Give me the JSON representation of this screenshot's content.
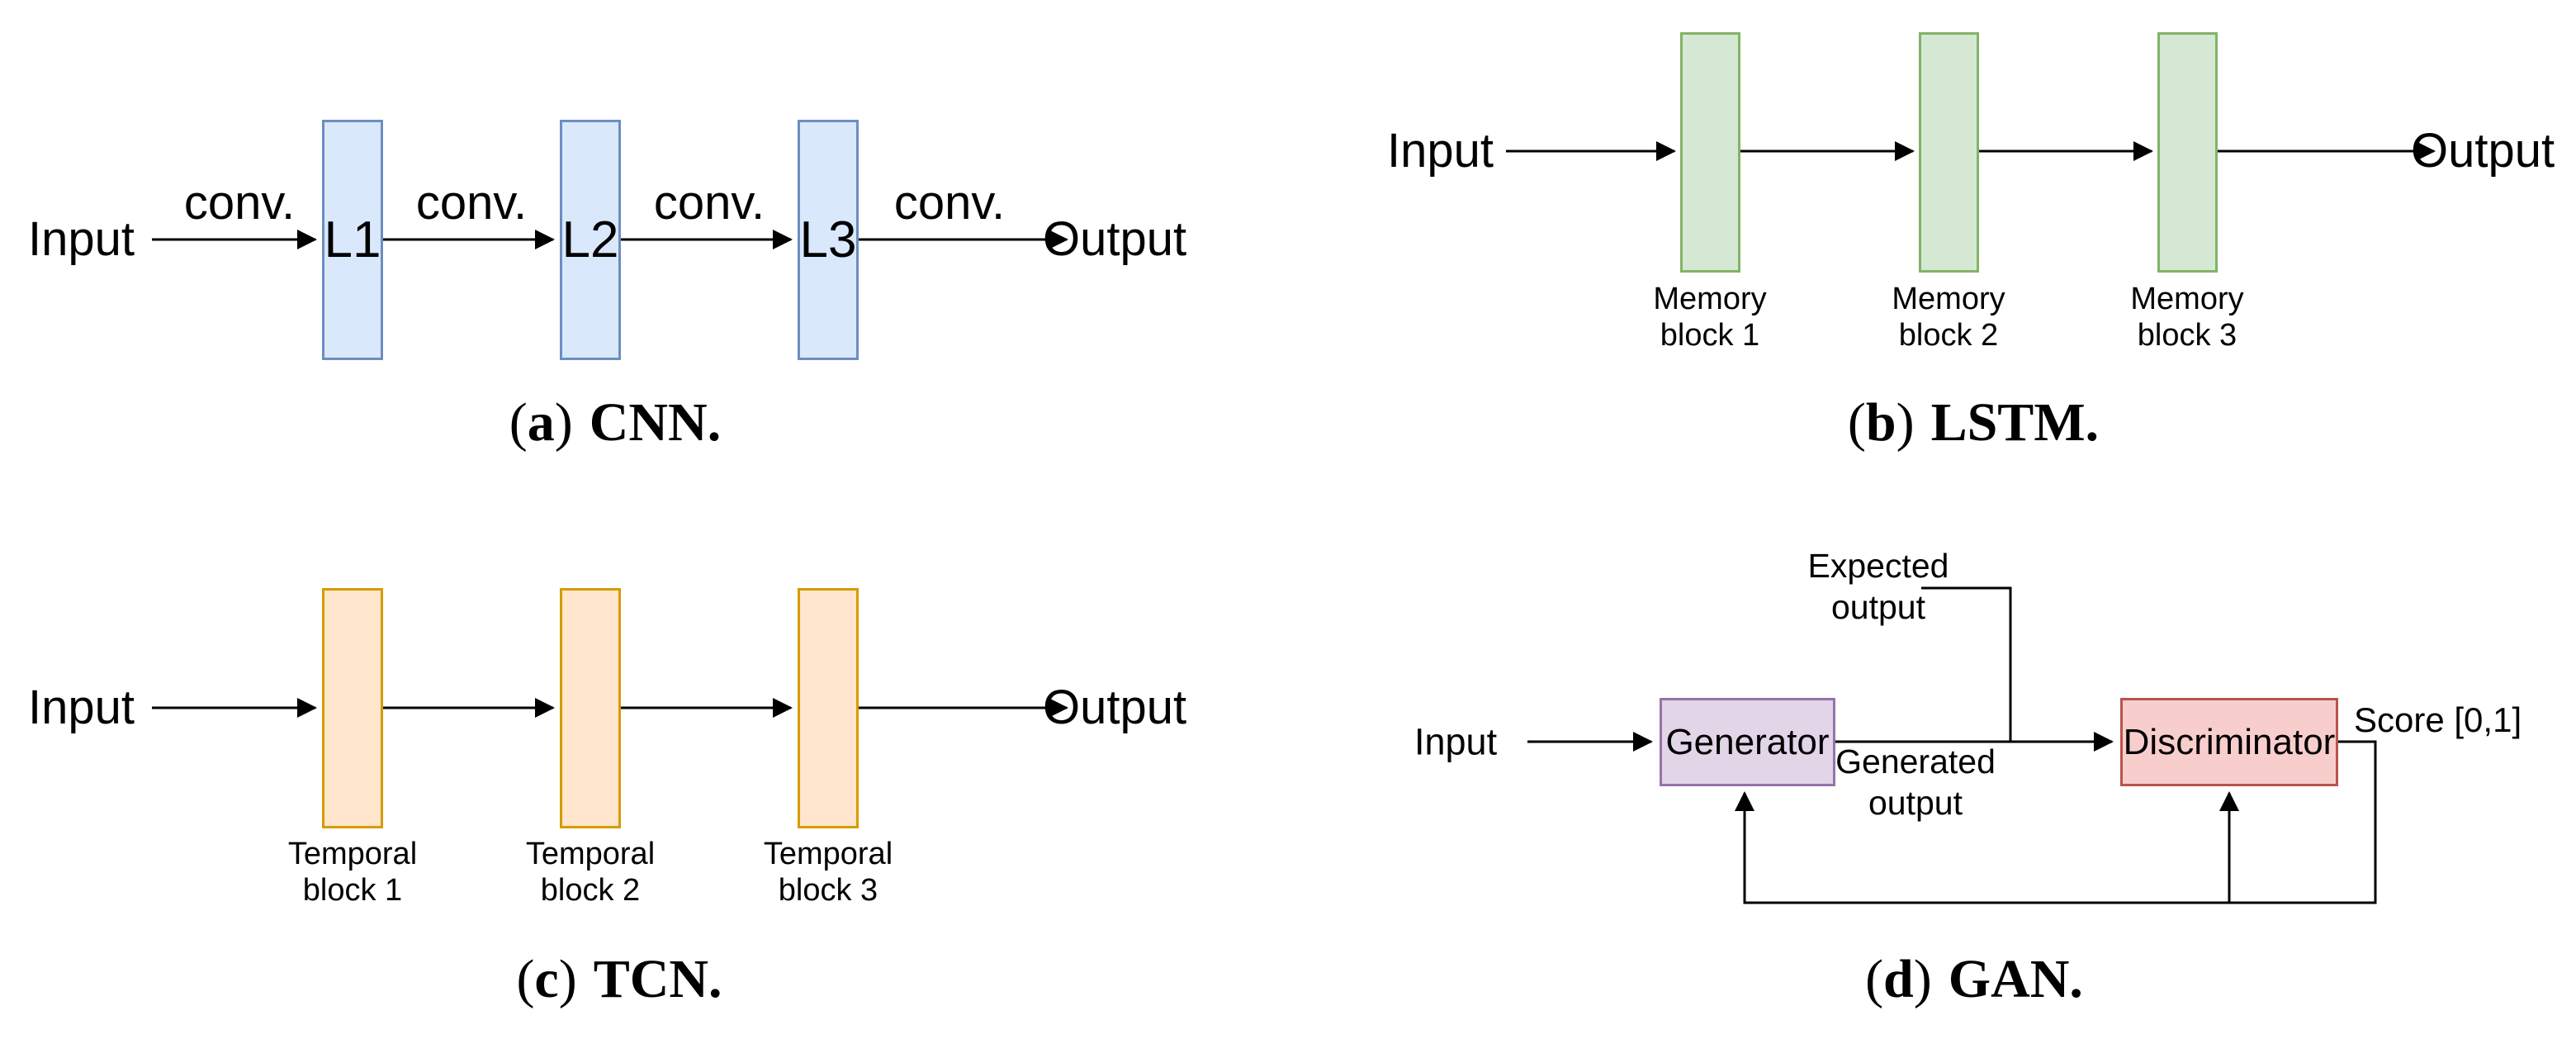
{
  "palette": {
    "background": "#ffffff",
    "wire": "#000000",
    "cnn_fill": "#dae8fc",
    "cnn_border": "#6c8ebf",
    "lstm_fill": "#d5e8d4",
    "lstm_border": "#82b366",
    "tcn_fill": "#ffe6cc",
    "tcn_border": "#d79b00",
    "generator_fill": "#e1d5e7",
    "generator_border": "#9673a6",
    "discriminator_fill": "#f8cecc",
    "discriminator_border": "#b85450"
  },
  "cnn": {
    "input": "Input",
    "output": "Output",
    "conv": "conv.",
    "layers": [
      "L1",
      "L2",
      "L3"
    ],
    "caption": {
      "lparen": "(",
      "letter": "a",
      "rparen": ")",
      "title": "CNN."
    }
  },
  "lstm": {
    "input": "Input",
    "output": "Output",
    "blocks": [
      {
        "top": "Memory",
        "bottom": "block 1"
      },
      {
        "top": "Memory",
        "bottom": "block 2"
      },
      {
        "top": "Memory",
        "bottom": "block 3"
      }
    ],
    "caption": {
      "lparen": "(",
      "letter": "b",
      "rparen": ")",
      "title": "LSTM."
    }
  },
  "tcn": {
    "input": "Input",
    "output": "Output",
    "blocks": [
      {
        "top": "Temporal",
        "bottom": "block 1"
      },
      {
        "top": "Temporal",
        "bottom": "block 2"
      },
      {
        "top": "Temporal",
        "bottom": "block 3"
      }
    ],
    "caption": {
      "lparen": "(",
      "letter": "c",
      "rparen": ")",
      "title": "TCN."
    }
  },
  "gan": {
    "input": "Input",
    "generator": "Generator",
    "discriminator": "Discriminator",
    "expected_output": {
      "line1": "Expected",
      "line2": "output"
    },
    "generated_output": {
      "line1": "Generated",
      "line2": "output"
    },
    "score": "Score [0,1]",
    "caption": {
      "lparen": "(",
      "letter": "d",
      "rparen": ")",
      "title": "GAN."
    }
  }
}
